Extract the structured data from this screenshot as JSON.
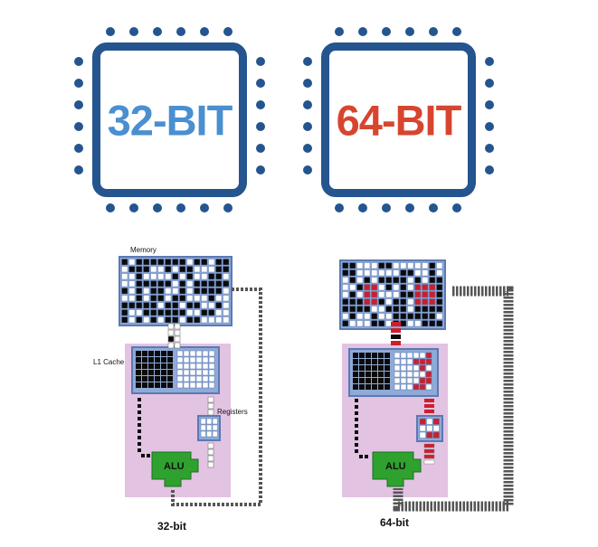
{
  "chips": [
    {
      "label": "32-BIT",
      "color": "#4a8fd0"
    },
    {
      "label": "64-BIT",
      "color": "#d7452f"
    }
  ],
  "diagram_32": {
    "memory_label": "Memory",
    "cache_label": "L1 Cache",
    "registers_label": "Registers",
    "alu_label": "ALU",
    "caption": "32-bit"
  },
  "diagram_64": {
    "alu_label": "ALU",
    "caption": "64-bit"
  },
  "colors": {
    "chip_border": "#24558f",
    "block_fill": "#8faad6",
    "block_border": "#5b79b3",
    "cpu_fill": "#e2c3e2",
    "alu_fill": "#2ea12e",
    "highlight": "#cc1f2c",
    "path": "#555555"
  }
}
